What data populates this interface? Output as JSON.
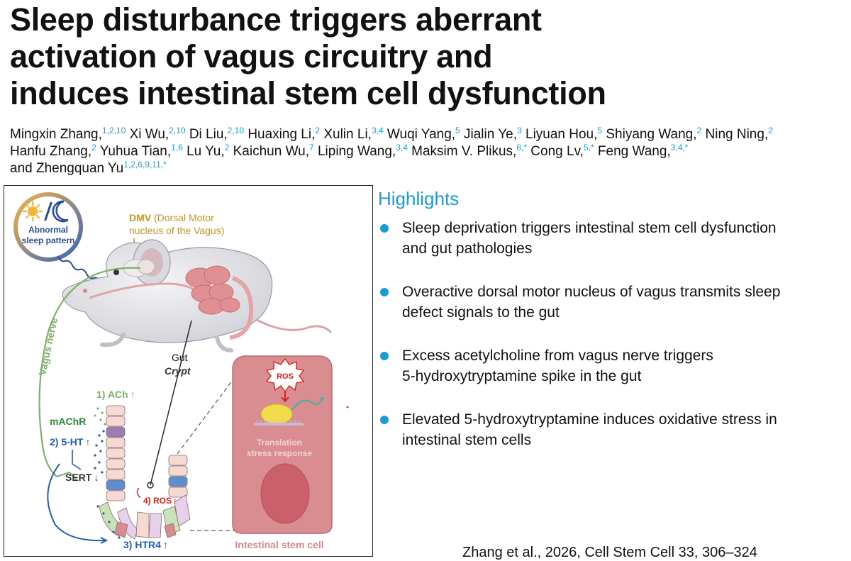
{
  "title": {
    "line1": "Sleep disturbance triggers aberrant",
    "line2": "activation of vagus circuitry and",
    "line3": "induces intestinal stem cell dysfunction"
  },
  "authors": [
    {
      "name": "Mingxin Zhang,",
      "aff": "1,2,10"
    },
    {
      "name": "Xi Wu,",
      "aff": "2,10"
    },
    {
      "name": "Di Liu,",
      "aff": "2,10"
    },
    {
      "name": "Huaxing Li,",
      "aff": "2"
    },
    {
      "name": "Xulin Li,",
      "aff": "3,4"
    },
    {
      "name": "Wuqi Yang,",
      "aff": "5"
    },
    {
      "name": "Jialin Ye,",
      "aff": "3"
    },
    {
      "name": "Liyuan Hou,",
      "aff": "5"
    },
    {
      "name": "Shiyang Wang,",
      "aff": "2"
    },
    {
      "name": "Ning Ning,",
      "aff": "2"
    },
    {
      "name": "Hanfu Zhang,",
      "aff": "2"
    },
    {
      "name": "Yuhua Tian,",
      "aff": "1,6"
    },
    {
      "name": "Lu Yu,",
      "aff": "2"
    },
    {
      "name": "Kaichun Wu,",
      "aff": "7"
    },
    {
      "name": "Liping Wang,",
      "aff": "3,4"
    },
    {
      "name": "Maksim V. Plikus,",
      "aff": "8,*"
    },
    {
      "name": "Cong Lv,",
      "aff": "5,*"
    },
    {
      "name": "Feng Wang,",
      "aff": "3,4,*"
    },
    {
      "name": "and Zhengquan Yu",
      "aff": "1,2,6,9,11,*"
    }
  ],
  "figure": {
    "sleep_line1": "Abnormal",
    "sleep_line2": "sleep pattern",
    "dmv_bold": "DMV",
    "dmv_rest": " (Dorsal Motor",
    "dmv_line2": "nucleus of the Vagus)",
    "vagus_nerve": "Vagus nerve",
    "gut": "Gut",
    "crypt": "Crypt",
    "ach": "1) ACh",
    "machr": "mAChR",
    "ht": "2) 5-HT",
    "sert": "SERT",
    "ros_cell": "4) ROS",
    "htr4": "3) HTR4",
    "ros_burst": "ROS",
    "translation1": "Translation",
    "translation2": "stress response",
    "isc": "Intestinal stem cell"
  },
  "highlights": {
    "heading": "Highlights",
    "items": [
      [
        "Sleep deprivation triggers intestinal stem cell dysfunction",
        "and gut pathologies"
      ],
      [
        "Overactive dorsal motor nucleus of vagus transmits sleep",
        "defect signals to the gut"
      ],
      [
        "Excess acetylcholine from vagus nerve triggers",
        "5-hydroxytryptamine spike in the gut"
      ],
      [
        "Elevated 5-hydroxytryptamine induces oxidative stress in",
        "intestinal stem cells"
      ]
    ]
  },
  "citation": "Zhang et al., 2026, Cell Stem Cell 33, 306–324",
  "colors": {
    "accent": "#1a9ad6",
    "affiliation": "#1aa0d6",
    "dmv": "#c8961e",
    "vagus": "#7fb06a",
    "serotonin": "#1f5fb4",
    "ros": "#e0201c",
    "stem_cell": "#d7888c"
  },
  "icons": [
    "sun-icon",
    "moon-icon",
    "mouse-illustration",
    "crypt-illustration",
    "stem-cell-illustration",
    "bullet-icon"
  ]
}
